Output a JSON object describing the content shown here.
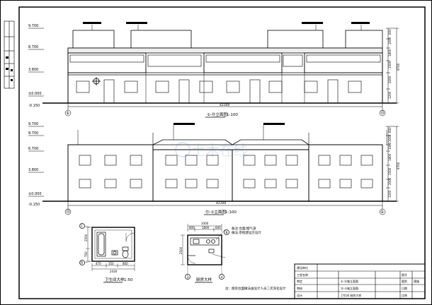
{
  "elevation_top": {
    "levels": [
      "9.700",
      "8.700",
      "3.800",
      "±0.000",
      "-0.150"
    ],
    "overall_dim": "42300",
    "grid_left": "①",
    "grid_right": "⑬",
    "caption_prefix": "①-⑬立面图",
    "caption_scale": "1:100",
    "right_dims": [
      "600",
      "1000",
      "1800",
      "1500",
      "2000",
      "1200",
      "9700"
    ]
  },
  "elevation_bottom": {
    "levels": [
      "9.700",
      "8.700",
      "6.700",
      "3.800",
      "±0.000",
      "-0.150"
    ],
    "overall_dim": "42300",
    "grid_left": "⑬",
    "grid_right": "①",
    "caption_prefix": "⑬-①立面图",
    "caption_scale": "1:100",
    "right_dims": [
      "600",
      "1000",
      "1000",
      "1800",
      "1500",
      "2000",
      "1200",
      "9700"
    ]
  },
  "toilet_detail": {
    "title": "卫生间大样",
    "scale": "1:50",
    "grid_top": "C",
    "grid_bottom": "B",
    "dims_bottom": [
      "470",
      "350",
      "800"
    ],
    "dim_total": "2430",
    "dims_side": [
      "2550",
      "750"
    ]
  },
  "kitchen_detail": {
    "title": "厨房大样",
    "dims_top": [
      "800",
      "1800",
      "600"
    ],
    "dim_total": "3300",
    "dim_side": "2500",
    "note1": "备注:台面/烟气道",
    "note2": "做法,参照建设方设计",
    "grid_top": "B",
    "grid_left": "3",
    "grid_right": "4",
    "bottom_note": "注：厨房台面做法由设计人员二次深化设计"
  },
  "title_block": {
    "rows": [
      [
        "建设单位",
        "",
        "",
        ""
      ],
      [
        "工程名称",
        "",
        "图号",
        ""
      ],
      [
        "审定",
        "①-⑬轴立面图",
        "图别",
        "建施"
      ],
      [
        "审核",
        "⑬-①轴立面图",
        "日期",
        ""
      ],
      [
        "设计",
        "卫生间 厨房大样",
        "比例",
        ""
      ]
    ]
  }
}
